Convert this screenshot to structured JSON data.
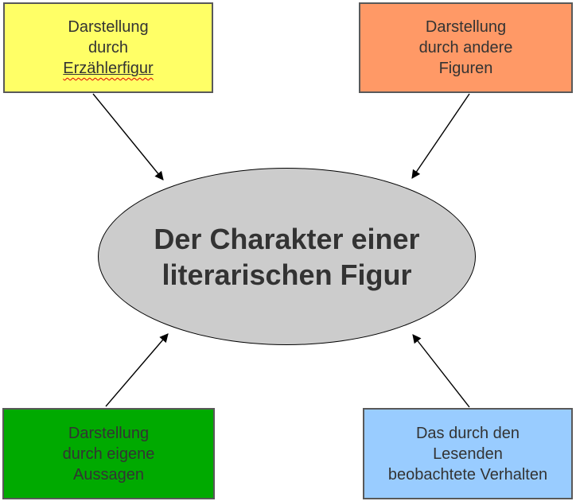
{
  "title": "Der Charakter einer literarischen Figur",
  "center": {
    "line1": "Der Charakter einer",
    "line2": "literarischen Figur",
    "fill": "#cccccc",
    "border_color": "#000000"
  },
  "nodes": [
    {
      "id": "darstellung-erzaehlerfigur",
      "position": "top-left",
      "fill": "#ffff66",
      "lines": [
        "Darstellung",
        "durch",
        "Erzählerfigur"
      ],
      "last_line_underlined": true,
      "last_line_spellcheck_squiggle": true
    },
    {
      "id": "darstellung-andere-figuren",
      "position": "top-right",
      "fill": "#ff9966",
      "lines": [
        "Darstellung",
        "durch andere",
        "Figuren"
      ]
    },
    {
      "id": "darstellung-eigene-aussagen",
      "position": "bottom-left",
      "fill": "#00aa00",
      "lines": [
        "Darstellung",
        "durch eigene",
        "Aussagen"
      ]
    },
    {
      "id": "beobachtetes-verhalten",
      "position": "bottom-right",
      "fill": "#99ccff",
      "lines": [
        "Das durch den",
        "Lesenden",
        "beobachtete Verhalten"
      ]
    }
  ],
  "edges": [
    {
      "from": "darstellung-erzaehlerfigur",
      "to": "center"
    },
    {
      "from": "darstellung-andere-figuren",
      "to": "center"
    },
    {
      "from": "darstellung-eigene-aussagen",
      "to": "center"
    },
    {
      "from": "beobachtetes-verhalten",
      "to": "center"
    }
  ],
  "colors": {
    "background": "#ffffff",
    "text": "#333333",
    "box_border": "#595959",
    "arrow": "#000000",
    "squiggle": "#e00000"
  }
}
